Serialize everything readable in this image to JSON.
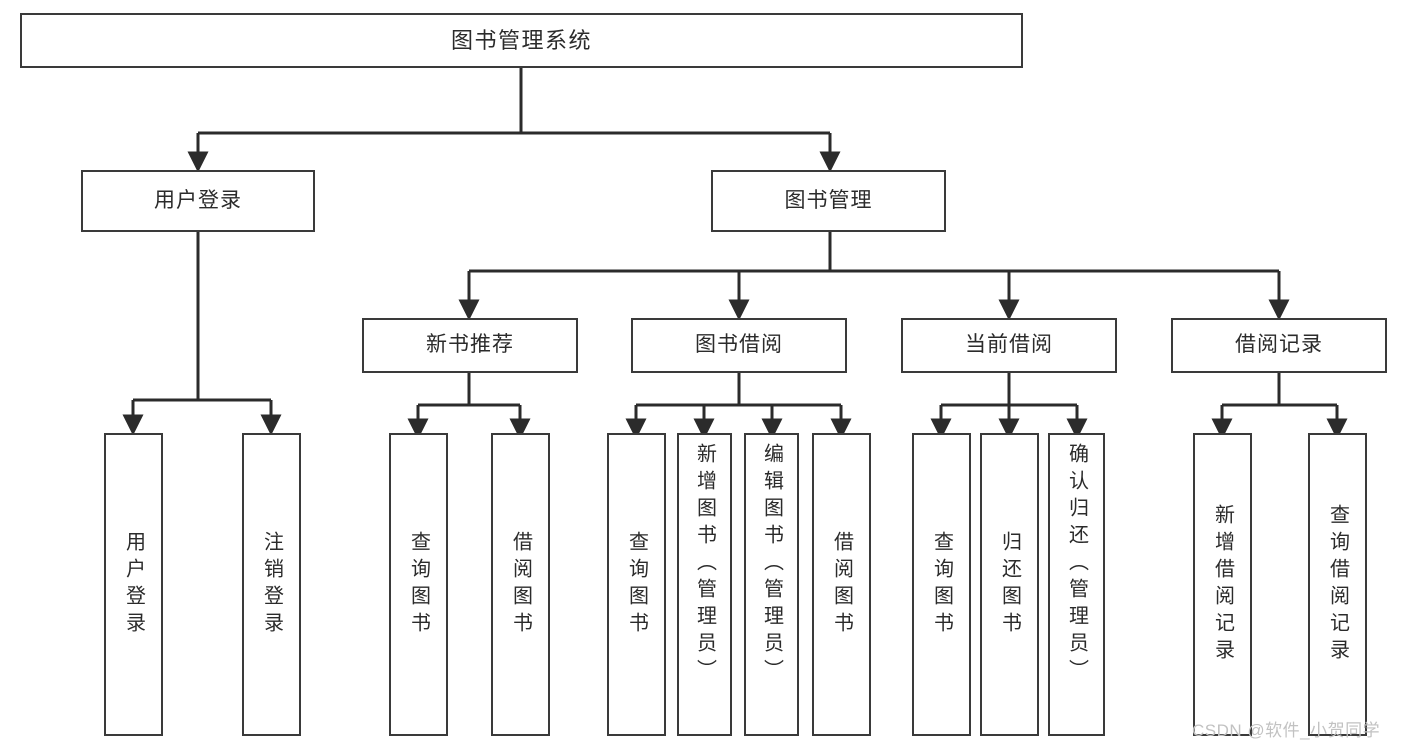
{
  "diagram": {
    "title": "图书管理系统",
    "type": "tree-hierarchy-diagram",
    "watermark": "CSDN @软件_小贺同学",
    "colors": {
      "box_border": "#3a3a3a",
      "box_fill": "#ffffff",
      "edge": "#2b2b2b",
      "text": "#2b2b2b",
      "background": "#ffffff",
      "watermark": "#c2c2c2"
    },
    "nodes": {
      "root": {
        "label": "图书管理系统"
      },
      "level2": [
        {
          "id": "user-login",
          "label": "用户登录"
        },
        {
          "id": "book-manage",
          "label": "图书管理"
        }
      ],
      "level3": [
        {
          "id": "new-book-recommend",
          "label": "新书推荐"
        },
        {
          "id": "book-borrow",
          "label": "图书借阅"
        },
        {
          "id": "current-borrow",
          "label": "当前借阅"
        },
        {
          "id": "borrow-record",
          "label": "借阅记录"
        }
      ],
      "leaves": [
        {
          "id": "leaf-user-login",
          "label": "用户登录",
          "parent": "user-login"
        },
        {
          "id": "leaf-logout",
          "label": "注销登录",
          "parent": "user-login"
        },
        {
          "id": "leaf-query-book-1",
          "label": "查询图书",
          "parent": "new-book-recommend"
        },
        {
          "id": "leaf-borrow-book-1",
          "label": "借阅图书",
          "parent": "new-book-recommend"
        },
        {
          "id": "leaf-query-book-2",
          "label": "查询图书",
          "parent": "book-borrow"
        },
        {
          "id": "leaf-add-book",
          "label": "新增图书（管理员）",
          "parent": "book-borrow"
        },
        {
          "id": "leaf-edit-book",
          "label": "编辑图书（管理员）",
          "parent": "book-borrow"
        },
        {
          "id": "leaf-borrow-book-2",
          "label": "借阅图书",
          "parent": "book-borrow"
        },
        {
          "id": "leaf-query-book-3",
          "label": "查询图书",
          "parent": "current-borrow"
        },
        {
          "id": "leaf-return-book",
          "label": "归还图书",
          "parent": "current-borrow"
        },
        {
          "id": "leaf-confirm-return",
          "label": "确认归还（管理员）",
          "parent": "current-borrow"
        },
        {
          "id": "leaf-add-record",
          "label": "新增借阅记录",
          "parent": "borrow-record"
        },
        {
          "id": "leaf-query-record",
          "label": "查询借阅记录",
          "parent": "borrow-record"
        }
      ]
    }
  }
}
